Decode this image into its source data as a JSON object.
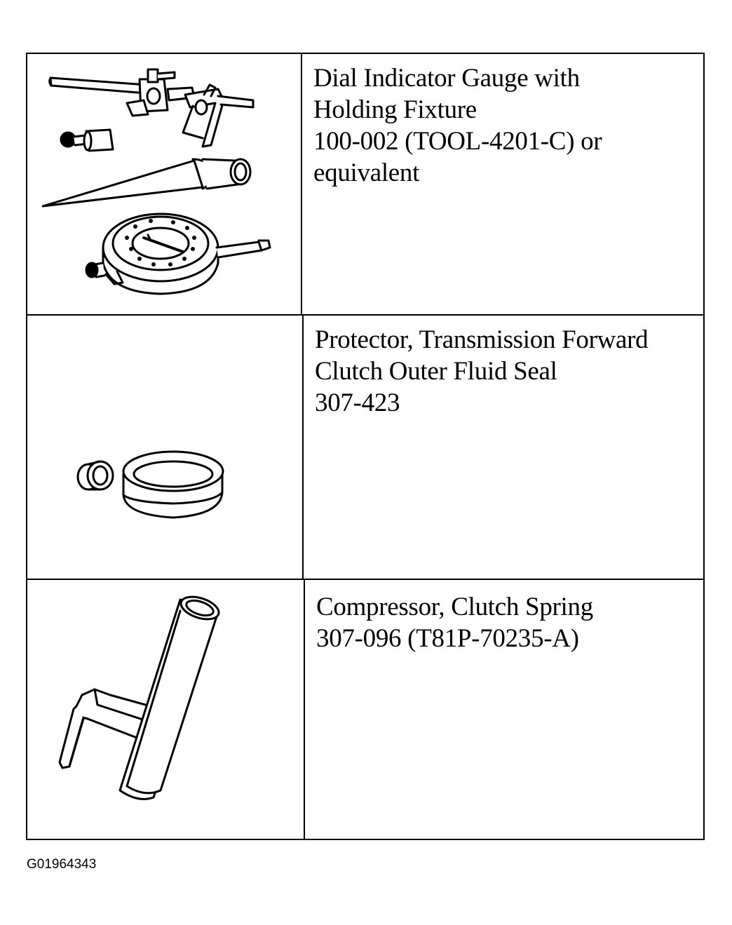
{
  "tools": [
    {
      "illustration_icon": "dial-indicator-with-holding-fixture-icon",
      "lines": [
        "Dial Indicator Gauge with",
        "Holding Fixture",
        "100-002 (TOOL-4201-C) or",
        "equivalent"
      ]
    },
    {
      "illustration_icon": "seal-protector-rings-icon",
      "lines": [
        "Protector, Transmission Forward",
        "Clutch Outer Fluid Seal",
        "307-423"
      ]
    },
    {
      "illustration_icon": "clutch-spring-compressor-icon",
      "lines": [
        "Compressor, Clutch Spring",
        "307-096 (T81P-70235-A)"
      ]
    }
  ],
  "figure_id": "G01964343"
}
